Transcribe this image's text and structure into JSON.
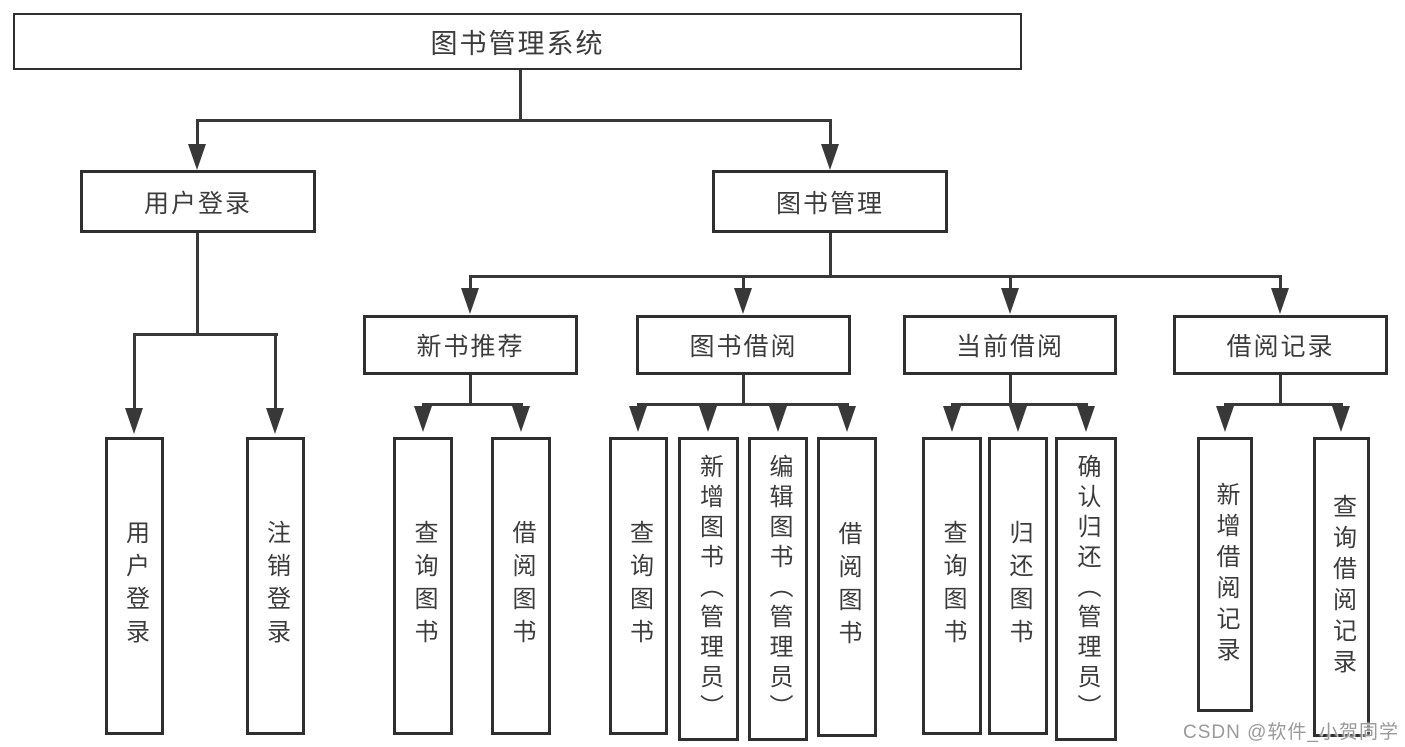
{
  "tree": {
    "root": {
      "label": "图书管理系统"
    },
    "branches": [
      {
        "label": "用户登录",
        "children": [
          {
            "label": "用户登录"
          },
          {
            "label": "注销登录"
          }
        ]
      },
      {
        "label": "图书管理",
        "children": [
          {
            "label": "新书推荐",
            "children": [
              {
                "label": "查询图书"
              },
              {
                "label": "借阅图书"
              }
            ]
          },
          {
            "label": "图书借阅",
            "children": [
              {
                "label": "查询图书"
              },
              {
                "label": "新增图书（管理员）"
              },
              {
                "label": "编辑图书（管理员）"
              },
              {
                "label": "借阅图书"
              }
            ]
          },
          {
            "label": "当前借阅",
            "children": [
              {
                "label": "查询图书"
              },
              {
                "label": "归还图书"
              },
              {
                "label": "确认归还（管理员）"
              }
            ]
          },
          {
            "label": "借阅记录",
            "children": [
              {
                "label": "新增借阅记录"
              },
              {
                "label": "查询借阅记录"
              }
            ]
          }
        ]
      }
    ]
  },
  "watermark": {
    "text": "CSDN @软件_小贺同学"
  },
  "colors": {
    "line": "#383838",
    "border": "#2f2f2f",
    "text": "#3c3c3c",
    "watermark": "#9a9a9a",
    "bg": "#ffffff"
  }
}
